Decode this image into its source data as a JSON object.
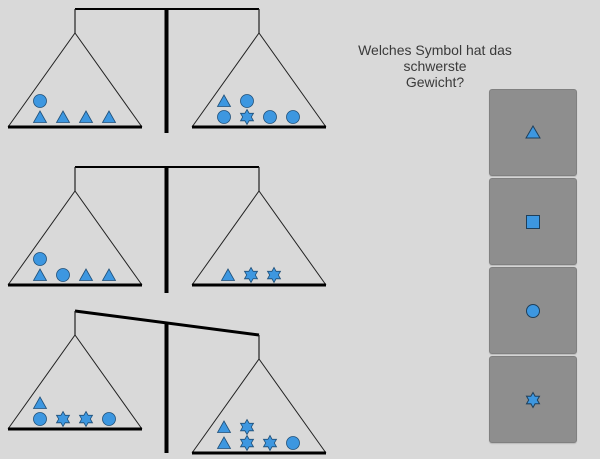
{
  "question": {
    "line1": "Welches Symbol hat das schwerste",
    "line2": "Gewicht?"
  },
  "colors": {
    "background": "#d9d9d9",
    "shape_fill": "#3d97e0",
    "shape_stroke": "#1f4f78",
    "line": "#000000",
    "button": "#8e8e8e"
  },
  "answers": [
    {
      "symbol": "triangle",
      "icon": "triangle-icon"
    },
    {
      "symbol": "square",
      "icon": "square-icon"
    },
    {
      "symbol": "circle",
      "icon": "circle-icon"
    },
    {
      "symbol": "star",
      "icon": "star-icon"
    }
  ],
  "scales": [
    {
      "tilt": "balanced",
      "left_pan": {
        "rows": [
          [
            "circle"
          ],
          [
            "triangle",
            "triangle",
            "triangle",
            "triangle"
          ]
        ]
      },
      "right_pan": {
        "rows": [
          [
            "triangle",
            "circle"
          ],
          [
            "circle",
            "star",
            "circle",
            "circle"
          ]
        ]
      }
    },
    {
      "tilt": "balanced",
      "left_pan": {
        "rows": [
          [
            "circle"
          ],
          [
            "triangle",
            "circle",
            "triangle",
            "triangle"
          ]
        ]
      },
      "right_pan": {
        "rows": [
          [
            "triangle",
            "star",
            "star"
          ]
        ],
        "centered": true
      }
    },
    {
      "tilt": "right-down",
      "left_pan": {
        "rows": [
          [
            "triangle"
          ],
          [
            "circle",
            "star",
            "star",
            "circle"
          ]
        ]
      },
      "right_pan": {
        "rows": [
          [
            "triangle",
            "star"
          ],
          [
            "triangle",
            "star",
            "star",
            "circle"
          ]
        ]
      }
    }
  ]
}
